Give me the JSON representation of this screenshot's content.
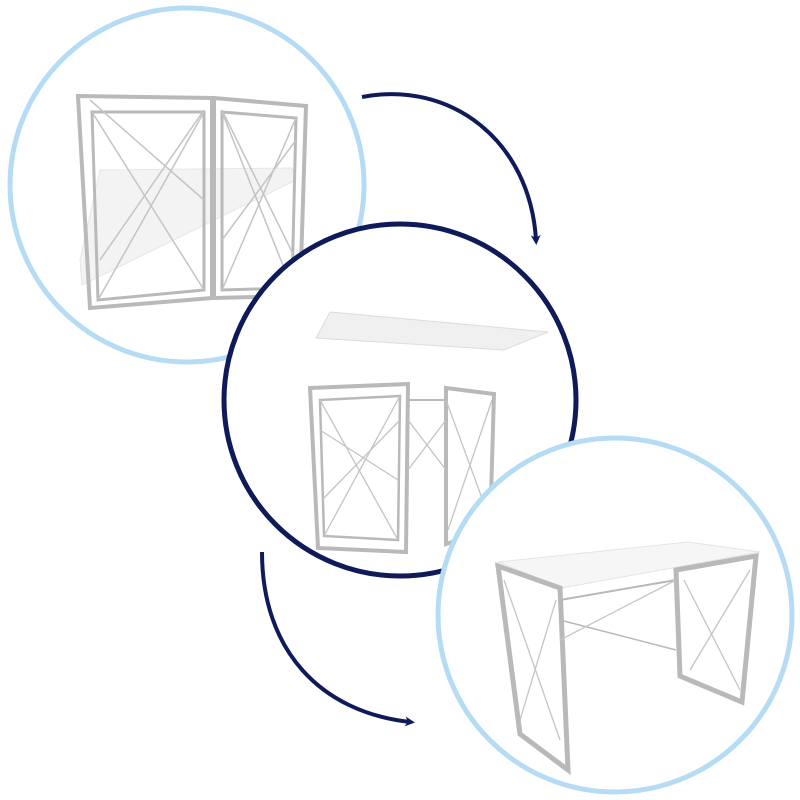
{
  "colors": {
    "background": "#ffffff",
    "step_circle_light": "#b5dcf4",
    "step_circle_active": "#0f1a5a",
    "arrow": "#0f1a5a",
    "frame_metal": "#b9b9b9",
    "frame_shadow": "#9a9a9a",
    "desktop_panel": "#f2f2f2"
  },
  "steps": [
    {
      "state": "folded",
      "icon": "folded-desk-icon"
    },
    {
      "state": "unfolding",
      "icon": "unfolding-desk-icon"
    },
    {
      "state": "assembled",
      "icon": "assembled-desk-icon"
    }
  ]
}
